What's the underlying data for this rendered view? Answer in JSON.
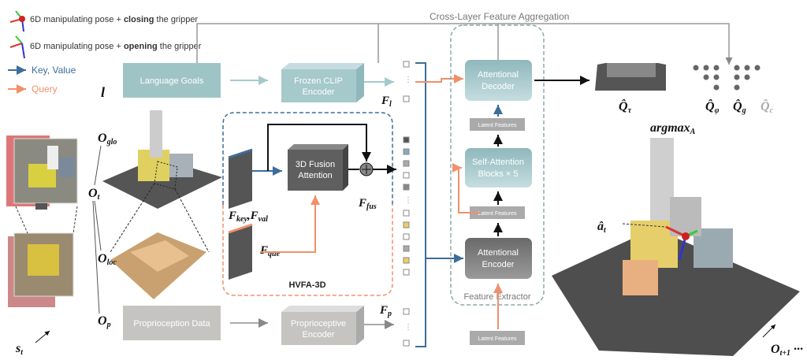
{
  "legend": {
    "closing_prefix": "6D manipulating pose + ",
    "closing_bold": "closing",
    "closing_suffix": " the gripper",
    "opening_prefix": "6D manipulating pose + ",
    "opening_bold": "opening",
    "opening_suffix": " the gripper",
    "key_value": "Key, Value",
    "query": "Query"
  },
  "colors": {
    "key_value": "#3d6d99",
    "query": "#f0906a",
    "teal": "#9fc4c6",
    "gray": "#c5c4c1",
    "dark": "#5f5f5f"
  },
  "symbols": {
    "l": "l",
    "o_glo": "O",
    "o_glo_sub": "glo",
    "o_t": "O",
    "o_t_sub": "t",
    "o_loc": "O",
    "o_loc_sub": "loc",
    "o_p": "O",
    "o_p_sub": "p",
    "s_t": "s",
    "s_t_sub": "t",
    "f_l": "F",
    "f_l_sub": "l",
    "f_key": "F",
    "f_key_sub": "key",
    "f_val": "F",
    "f_val_sub": "val",
    "f_que": "F",
    "f_que_sub": "que",
    "f_fus": "F",
    "f_fus_sub": "fus",
    "f_p": "F",
    "f_p_sub": "p",
    "q_tau": "Q̂",
    "q_tau_sub": "τ",
    "q_phi": "Q̂",
    "q_phi_sub": "φ",
    "q_g": "Q̂",
    "q_g_sub": "g",
    "q_c": "Q̂",
    "q_c_sub": "c",
    "argmax": "argmax",
    "argmax_sub": "A",
    "a_t": "â",
    "a_t_sub": "t",
    "o_next": "O",
    "o_next_sub": "t+1",
    "o_next_suffix": " ···"
  },
  "boxes": {
    "language_goals": "Language Goals",
    "clip_1": "Frozen CLIP",
    "clip_2": "Encoder",
    "fusion_1": "3D Fusion",
    "fusion_2": "Attention",
    "hvfa": "HVFA-3D",
    "proprio_data": "Proprioception Data",
    "proprio_enc_1": "Proprioceptive",
    "proprio_enc_2": "Encoder",
    "decoder_1": "Attentional",
    "decoder_2": "Decoder",
    "self_attn_1": "Self-Attention",
    "self_attn_2": "Blocks × 5",
    "encoder_1": "Attentional",
    "encoder_2": "Encoder",
    "latent": "Latent Features",
    "feature_extractor": "Feature Extractor",
    "cross_layer": "Cross-Layer Feature Aggregation"
  }
}
